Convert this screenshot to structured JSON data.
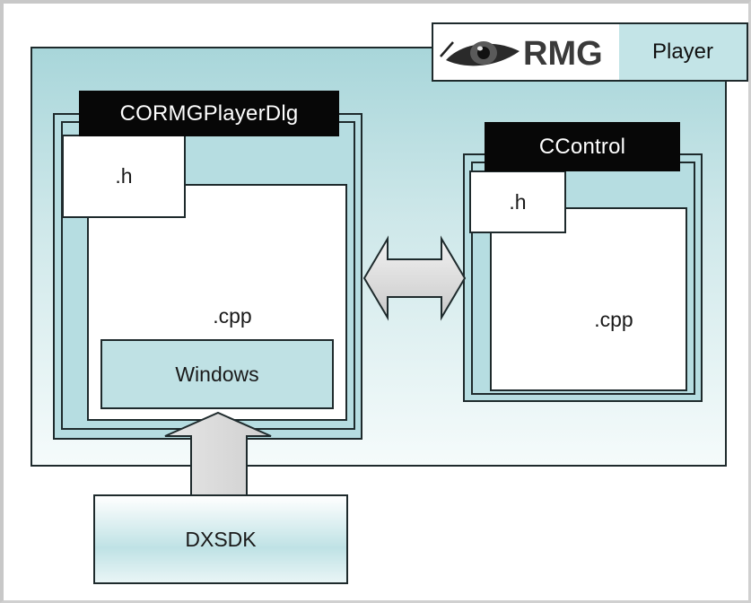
{
  "logo": {
    "brand": "RMG",
    "product": "Player"
  },
  "dialog": {
    "title": "CORMGPlayerDlg",
    "header_file": ".h",
    "source_file": ".cpp",
    "inner_box": "Windows"
  },
  "control": {
    "title": "CControl",
    "header_file": ".h",
    "source_file": ".cpp"
  },
  "sdk": {
    "label": "DXSDK"
  },
  "colors": {
    "frame_fill": "#b6dde1",
    "label_fill": "#070707",
    "arrow_fill": "#dcdcdc",
    "outline": "#1e2a2c"
  },
  "icons": {
    "logo_mark": "eye-icon",
    "bidirectional_arrow": "double-arrow-icon",
    "up_arrow": "up-arrow-icon"
  }
}
